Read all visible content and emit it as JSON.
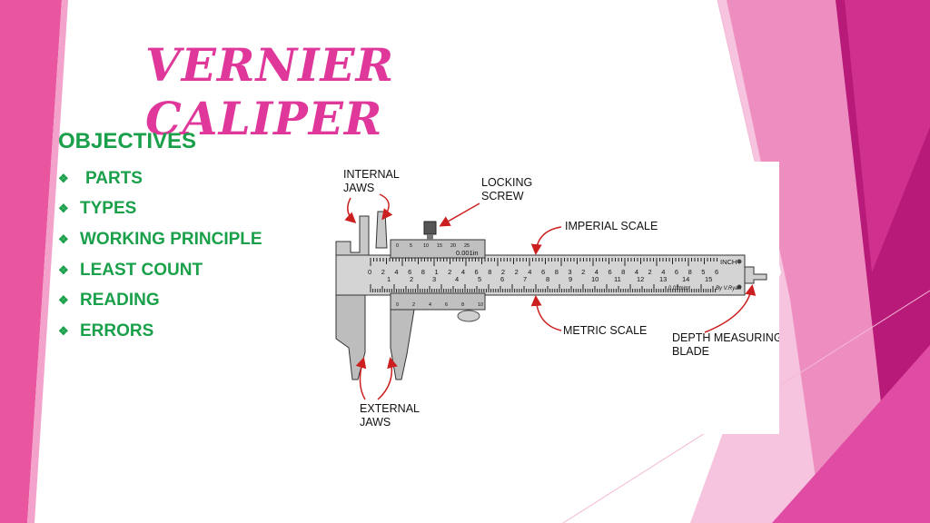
{
  "slide": {
    "title": "VERNIER CALIPER",
    "objectives_heading": "OBJECTIVES",
    "objectives": [
      "PARTS",
      "TYPES",
      "WORKING PRINCIPLE",
      "LEAST COUNT",
      "READING",
      "ERRORS"
    ],
    "bullet_icon": "diamond-bullet-icon"
  },
  "diagram": {
    "labels": {
      "internal_jaws": [
        "INTERNAL",
        "JAWS"
      ],
      "locking_screw": [
        "LOCKING",
        "SCREW"
      ],
      "imperial_scale": "IMPERIAL SCALE",
      "metric_scale": "METRIC SCALE",
      "depth_blade": [
        "DEPTH MEASURING",
        "BLADE"
      ],
      "external_jaws": [
        "EXTERNAL",
        "JAWS"
      ]
    },
    "scale_text": {
      "inch_unit": "INCH",
      "vernier_inch": "0.001in",
      "vernier_mm": "0.02mm",
      "maker": "By V.Ryan",
      "inch_numbers": [
        "0",
        "2",
        "4",
        "6",
        "8",
        "1",
        "2",
        "4",
        "6",
        "8",
        "2",
        "2",
        "4",
        "6",
        "8",
        "3",
        "2",
        "4",
        "6",
        "8",
        "4",
        "2",
        "4",
        "6",
        "8",
        "5",
        "6"
      ],
      "mm_numbers": [
        "1",
        "2",
        "3",
        "4",
        "5",
        "6",
        "7",
        "8",
        "9",
        "10",
        "11",
        "12",
        "13",
        "14",
        "15"
      ],
      "vernier_top_numbers": [
        "0",
        "5",
        "10",
        "15",
        "20",
        "25"
      ],
      "vernier_bottom_numbers": [
        "0",
        "2",
        "4",
        "6",
        "8",
        "10"
      ]
    }
  },
  "colors": {
    "title": "#e0379b",
    "objectives": "#1aa04a",
    "accent_pink": "#e04ba3",
    "accent_dark": "#b71a78",
    "arrow_red": "#cc1f1f"
  }
}
